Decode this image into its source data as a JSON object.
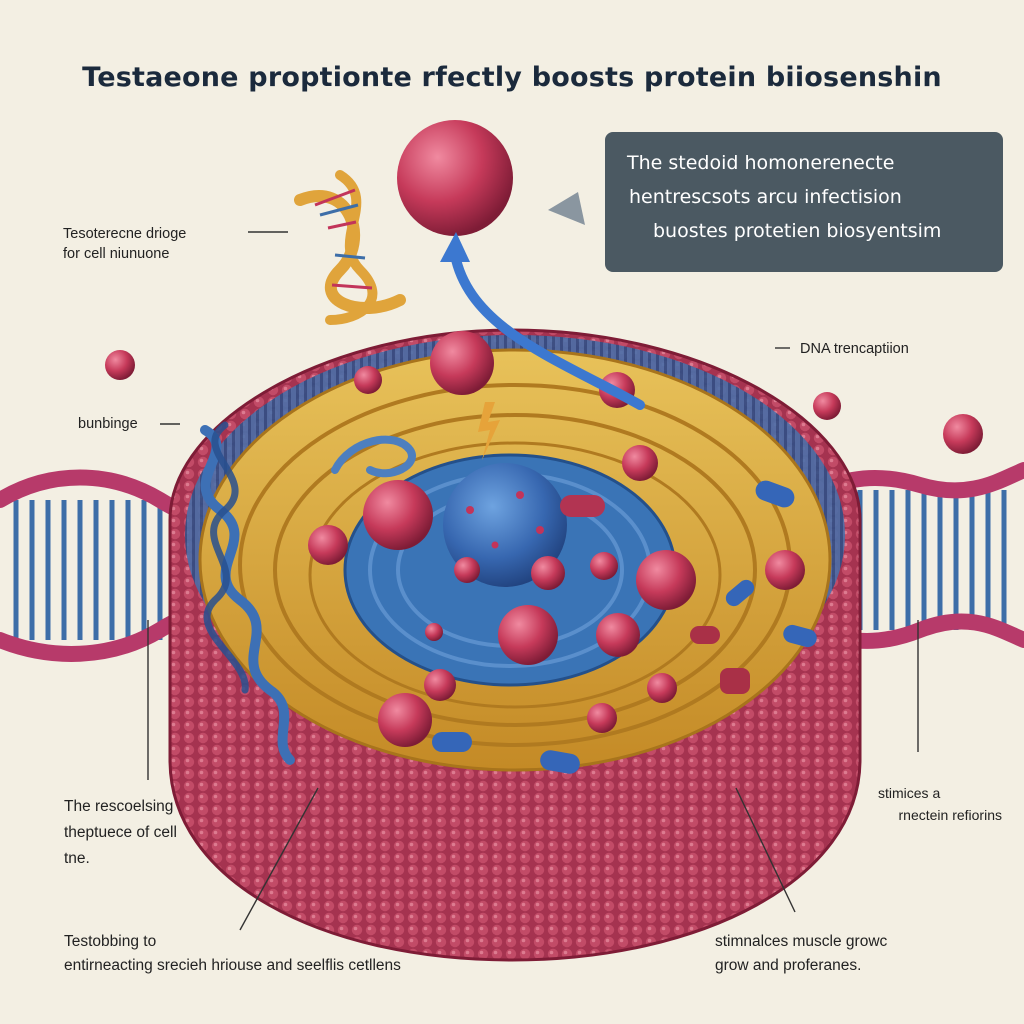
{
  "title": "Testaeone proptionte rfectly boosts protein biiosenshin",
  "callout": {
    "line1": "The stedoid homonerenecte",
    "line2": "hentrescsots arcu infectision",
    "line3": "buostes protetien biosyentsim"
  },
  "labels": {
    "testosterone": {
      "line1": "Tesoterecne drioge",
      "line2": "for cell niunuone"
    },
    "bunbings": "bunbinge",
    "dna": "DNA trencaptiion",
    "reasoning": {
      "line1": "The rescoelsing",
      "line2": "theptuece of cell",
      "line3": "tne."
    },
    "stimulates_a": {
      "line1": "stimices a",
      "line2": "rnectein refiorins"
    },
    "testobbing": {
      "line1": "Testobbing to",
      "line2": "entirneacting srecieh hriouse and seelflis cetllens"
    },
    "stimulates_muscle": {
      "line1": "stimnalces muscle growc",
      "line2": "grow and proferanes."
    }
  },
  "colors": {
    "background": "#f3efe3",
    "membrane_outer": "#a8344f",
    "lipid_layer": "#d9a93a",
    "nucleus": "#3e7dbf",
    "vesicle": "#c23c58",
    "callout_bg": "#4b5962",
    "dna_strand": "#b73a6a",
    "dna_rungs": "#3d6ea8"
  }
}
